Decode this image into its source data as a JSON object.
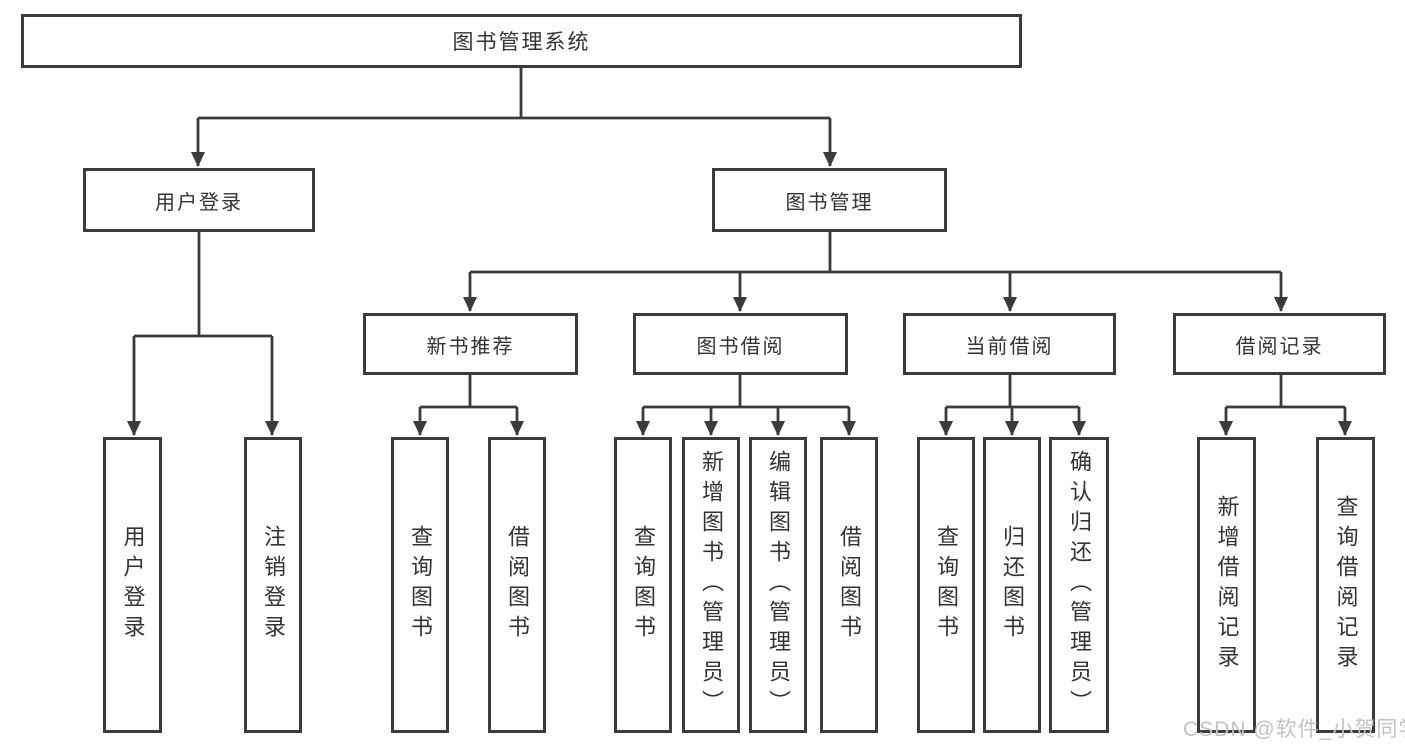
{
  "colors": {
    "line": "#3b3b3b",
    "text": "#333333",
    "background": "#ffffff",
    "watermark": "#c3c3c3"
  },
  "tree": {
    "root": "图书管理系统",
    "branches": [
      {
        "label": "用户登录",
        "children": [
          "用户登录",
          "注销登录"
        ]
      },
      {
        "label": "图书管理",
        "groups": [
          {
            "label": "新书推荐",
            "children": [
              "查询图书",
              "借阅图书"
            ]
          },
          {
            "label": "图书借阅",
            "children": [
              "查询图书",
              "新增图书（管理员）",
              "编辑图书（管理员）",
              "借阅图书"
            ]
          },
          {
            "label": "当前借阅",
            "children": [
              "查询图书",
              "归还图书",
              "确认归还（管理员）"
            ]
          },
          {
            "label": "借阅记录",
            "children": [
              "新增借阅记录",
              "查询借阅记录"
            ]
          }
        ]
      }
    ]
  },
  "watermark": "CSDN @软件_小贺同学"
}
